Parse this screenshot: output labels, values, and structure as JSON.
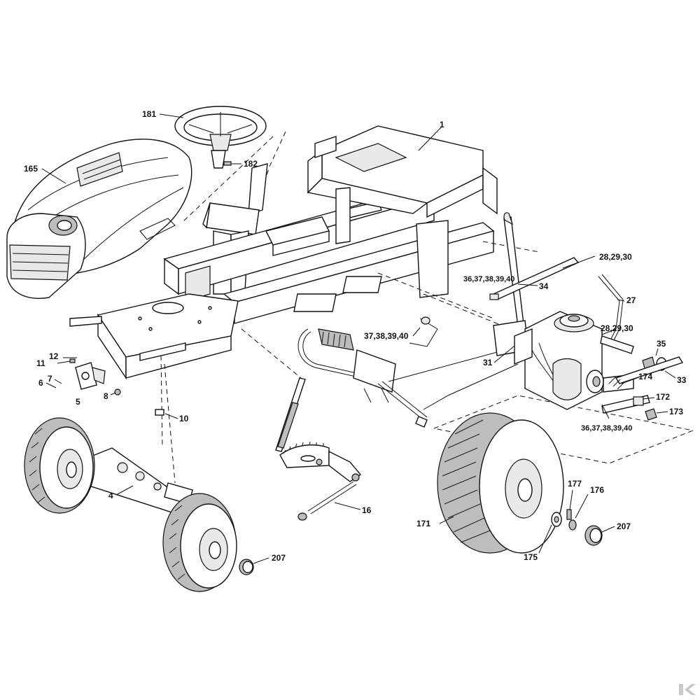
{
  "labels": {
    "p1": "1",
    "p4": "4",
    "p5": "5",
    "p6": "6",
    "p7": "7",
    "p8": "8",
    "p10": "10",
    "p11": "11",
    "p12": "12",
    "p16": "16",
    "p27": "27",
    "p28a": "28,29,30",
    "p28b": "28,29,30",
    "p31": "31",
    "p33": "33",
    "p34": "34",
    "p35": "35",
    "p36a": "36,37,38,39,40",
    "p36b": "36,37,38,39,40",
    "p37": "37,38,39,40",
    "p165": "165",
    "p171": "171",
    "p172": "172",
    "p173": "173",
    "p174": "174",
    "p175": "175",
    "p176": "176",
    "p177": "177",
    "p181": "181",
    "p182": "182",
    "p207a": "207",
    "p207b": "207"
  },
  "colors": {
    "ink": "#111111",
    "paper": "#ffffff",
    "shade": "#bdbdbd"
  },
  "logo_icon": "brand-chevron-icon"
}
